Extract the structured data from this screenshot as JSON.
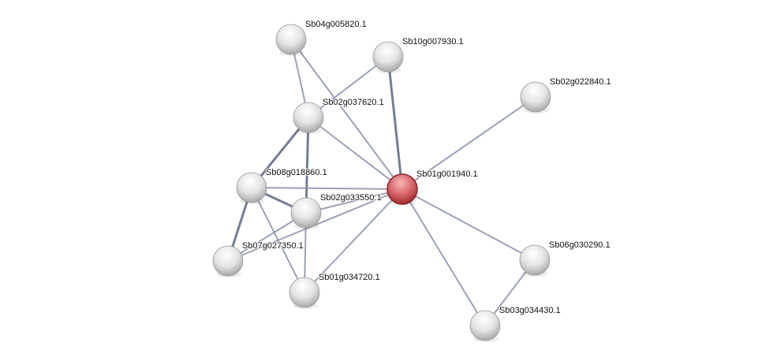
{
  "colors": {
    "edge": "#8a92aa",
    "edge_strong": "#5d6682",
    "node": "#e6e6e6",
    "query_node": "#d0585c"
  },
  "nodes": [
    {
      "id": "Sb04g005820.1",
      "label": "Sb04g005820.1",
      "query": false
    },
    {
      "id": "Sb10g007930.1",
      "label": "Sb10g007930.1",
      "query": false
    },
    {
      "id": "Sb02g022840.1",
      "label": "Sb02g022840.1",
      "query": false
    },
    {
      "id": "Sb02g037620.1",
      "label": "Sb02g037620.1",
      "query": false
    },
    {
      "id": "Sb08g018860.1",
      "label": "Sb08g018860.1",
      "query": false
    },
    {
      "id": "Sb01g001940.1",
      "label": "Sb01g001940.1",
      "query": true
    },
    {
      "id": "Sb02g033550.1",
      "label": "Sb02g033550.1",
      "query": false
    },
    {
      "id": "Sb07g027350.1",
      "label": "Sb07g027350.1",
      "query": false
    },
    {
      "id": "Sb01g034720.1",
      "label": "Sb01g034720.1",
      "query": false
    },
    {
      "id": "Sb06g030290.1",
      "label": "Sb06g030290.1",
      "query": false
    },
    {
      "id": "Sb03g034430.1",
      "label": "Sb03g034430.1",
      "query": false
    }
  ],
  "edges": [
    [
      "Sb04g005820.1",
      "Sb02g037620.1",
      1
    ],
    [
      "Sb04g005820.1",
      "Sb01g001940.1",
      1
    ],
    [
      "Sb10g007930.1",
      "Sb02g037620.1",
      1
    ],
    [
      "Sb10g007930.1",
      "Sb01g001940.1",
      2
    ],
    [
      "Sb02g022840.1",
      "Sb01g001940.1",
      1
    ],
    [
      "Sb02g037620.1",
      "Sb01g001940.1",
      1
    ],
    [
      "Sb02g037620.1",
      "Sb08g018860.1",
      2
    ],
    [
      "Sb02g037620.1",
      "Sb02g033550.1",
      2
    ],
    [
      "Sb08g018860.1",
      "Sb01g001940.1",
      1
    ],
    [
      "Sb08g018860.1",
      "Sb02g033550.1",
      2
    ],
    [
      "Sb08g018860.1",
      "Sb07g027350.1",
      2
    ],
    [
      "Sb08g018860.1",
      "Sb01g034720.1",
      1
    ],
    [
      "Sb02g033550.1",
      "Sb01g001940.1",
      1
    ],
    [
      "Sb07g027350.1",
      "Sb01g001940.1",
      1
    ],
    [
      "Sb07g027350.1",
      "Sb02g033550.1",
      1
    ],
    [
      "Sb01g034720.1",
      "Sb02g033550.1",
      1
    ],
    [
      "Sb01g034720.1",
      "Sb01g001940.1",
      1
    ],
    [
      "Sb01g001940.1",
      "Sb06g030290.1",
      1
    ],
    [
      "Sb01g001940.1",
      "Sb03g034430.1",
      1
    ],
    [
      "Sb06g030290.1",
      "Sb03g034430.1",
      1
    ]
  ]
}
